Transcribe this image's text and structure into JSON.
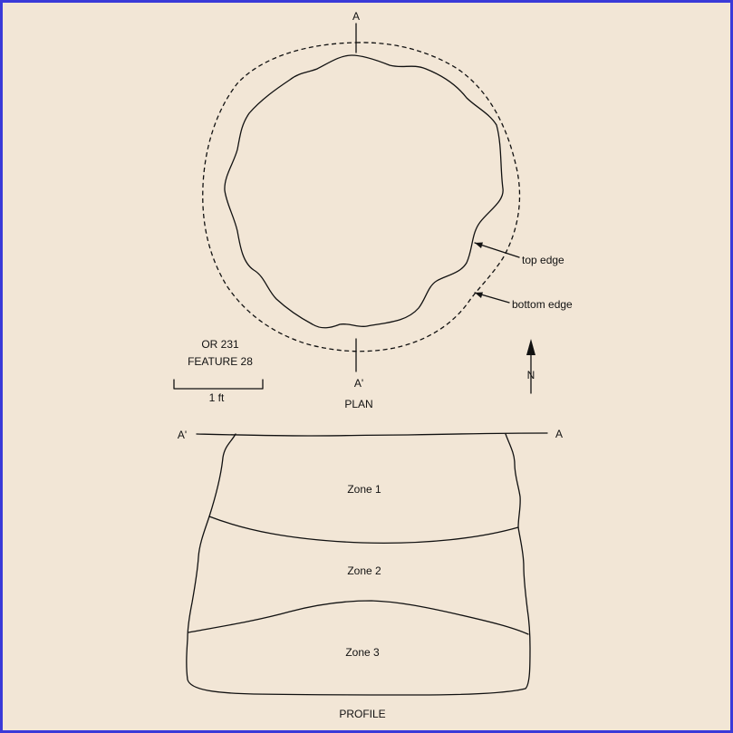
{
  "plan": {
    "section_top_label": "A",
    "section_bottom_label": "A'",
    "top_edge_label": "top edge",
    "bottom_edge_label": "bottom edge",
    "title": "PLAN"
  },
  "site": {
    "site_id": "OR 231",
    "feature_id": "FEATURE 28"
  },
  "scale": {
    "label": "1 ft"
  },
  "north_arrow": {
    "label": "N"
  },
  "profile": {
    "left_label": "A'",
    "right_label": "A",
    "zones": [
      "Zone 1",
      "Zone 2",
      "Zone 3"
    ],
    "title": "PROFILE"
  },
  "colors": {
    "background": "#f2e6d6",
    "frame": "#3a3ad8",
    "ink": "#111111"
  }
}
